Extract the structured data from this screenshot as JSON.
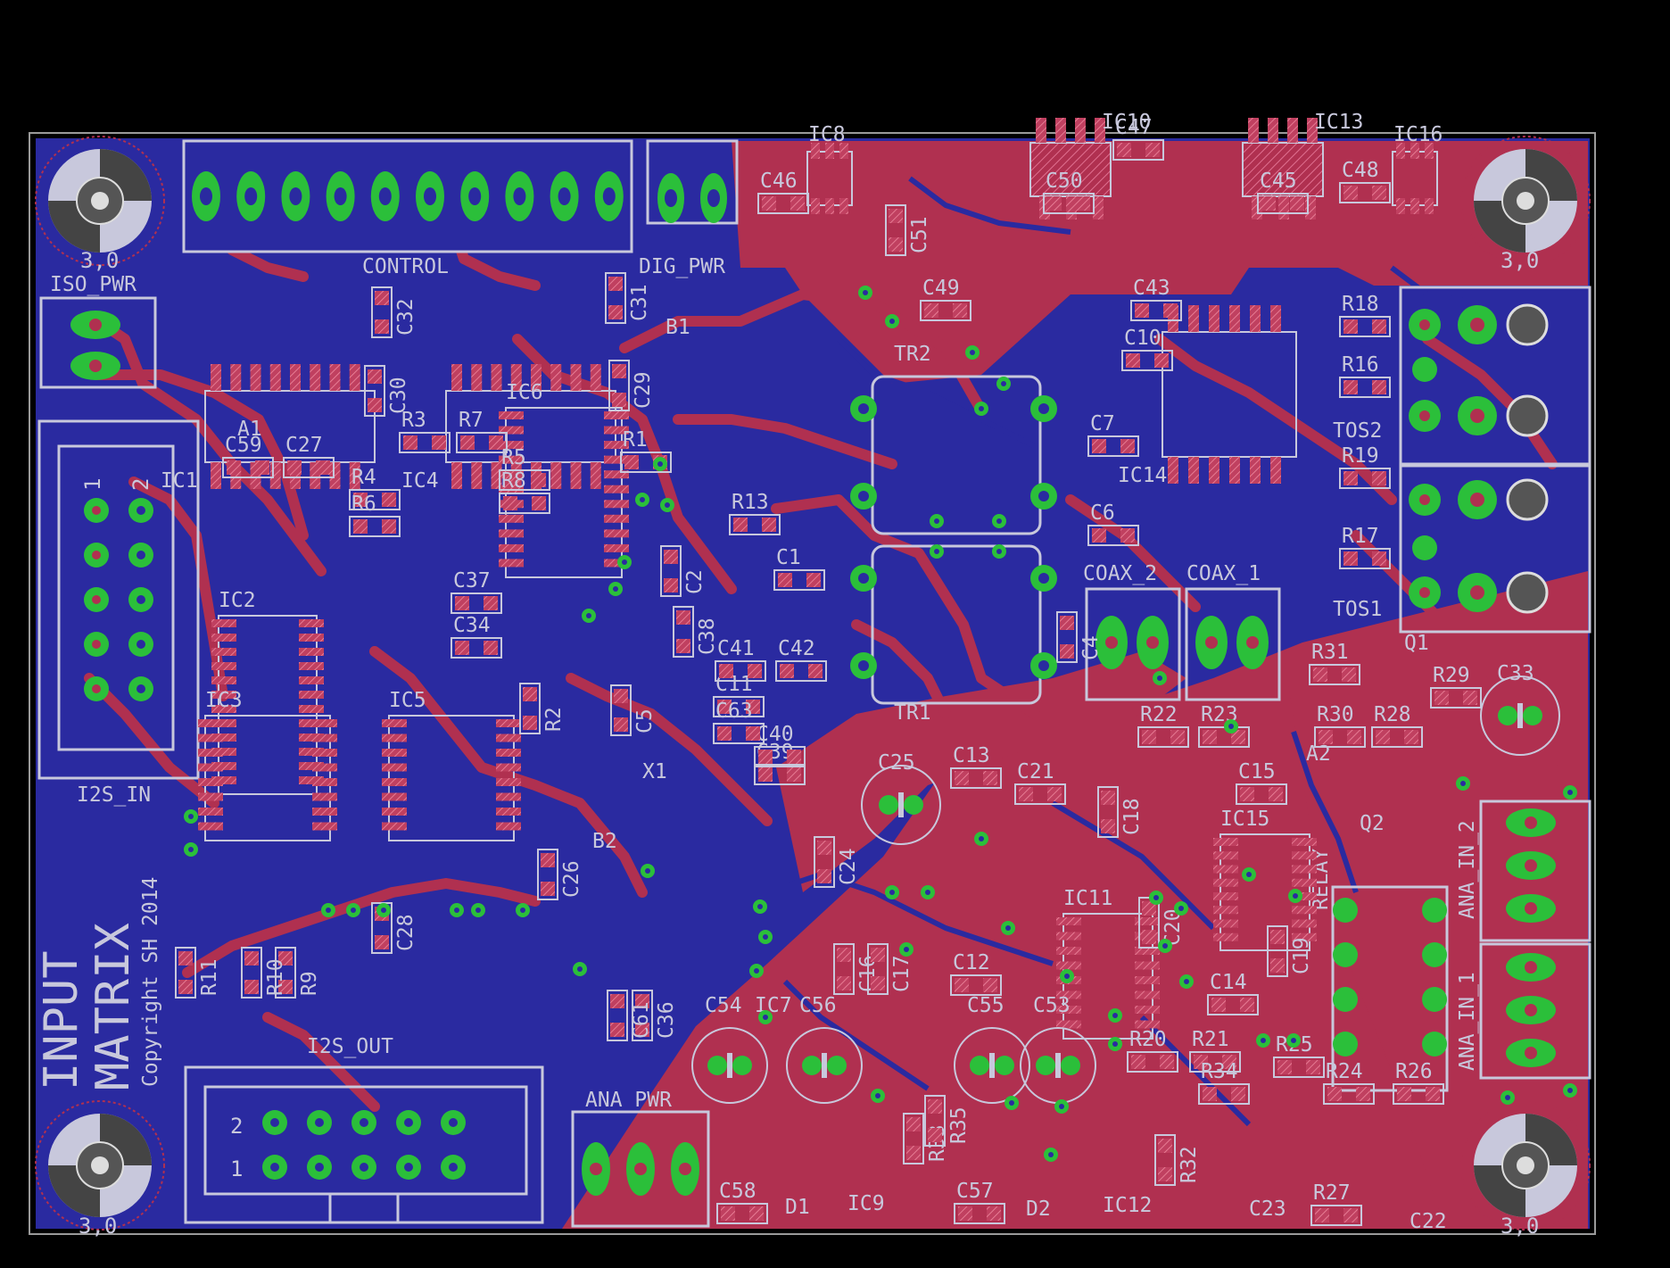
{
  "board": {
    "colors": {
      "background": "#000000",
      "bottom_copper": "#2a2aa0",
      "top_copper": "#b03050",
      "pad": "#2bbf3a",
      "silkscreen": "#c8c8dc"
    },
    "title_line1": "INPUT",
    "title_line2": "MATRIX",
    "copyright": "Copyright SH 2014",
    "hole_label": "3,0"
  },
  "connectors": {
    "control": "CONTROL",
    "dig_pwr": "DIG_PWR",
    "iso_pwr": "ISO_PWR",
    "i2s_in": "I2S_IN",
    "i2s_out": "I2S_OUT",
    "ana_pwr": "ANA_PWR",
    "coax_1": "COAX_1",
    "coax_2": "COAX_2",
    "tos1": "TOS1",
    "tos2": "TOS2",
    "ana_in_1": "ANA_IN_1",
    "ana_in_2": "ANA_IN_2",
    "relay": "RELAY",
    "pin_1": "1",
    "pin_2": "2"
  },
  "components": [
    "IC1",
    "IC2",
    "IC3",
    "IC4",
    "IC5",
    "IC6",
    "IC7",
    "IC8",
    "IC9",
    "IC10",
    "IC11",
    "IC12",
    "IC13",
    "IC14",
    "IC15",
    "IC16",
    "R1",
    "R2",
    "R3",
    "R4",
    "R5",
    "R6",
    "R7",
    "R8",
    "R9",
    "R10",
    "R11",
    "R13",
    "R16",
    "R17",
    "R18",
    "R19",
    "R20",
    "R21",
    "R22",
    "R23",
    "R24",
    "R25",
    "R26",
    "R27",
    "R28",
    "R29",
    "R30",
    "R31",
    "R32",
    "R33",
    "R34",
    "R35",
    "C1",
    "C2",
    "C4",
    "C5",
    "C6",
    "C7",
    "C10",
    "C11",
    "C12",
    "C13",
    "C14",
    "C15",
    "C16",
    "C17",
    "C18",
    "C19",
    "C20",
    "C21",
    "C22",
    "C23",
    "C24",
    "C25",
    "C26",
    "C27",
    "C28",
    "C29",
    "C30",
    "C31",
    "C32",
    "C33",
    "C34",
    "C36",
    "C37",
    "C38",
    "C39",
    "C40",
    "C41",
    "C42",
    "C43",
    "C45",
    "C46",
    "C47",
    "C48",
    "C49",
    "C50",
    "C51",
    "C53",
    "C54",
    "C55",
    "C56",
    "C57",
    "C58",
    "C59",
    "C61",
    "C63",
    "TR1",
    "TR2",
    "X1",
    "Q1",
    "Q2",
    "D1",
    "D2",
    "A1",
    "A2",
    "B1",
    "B2"
  ]
}
